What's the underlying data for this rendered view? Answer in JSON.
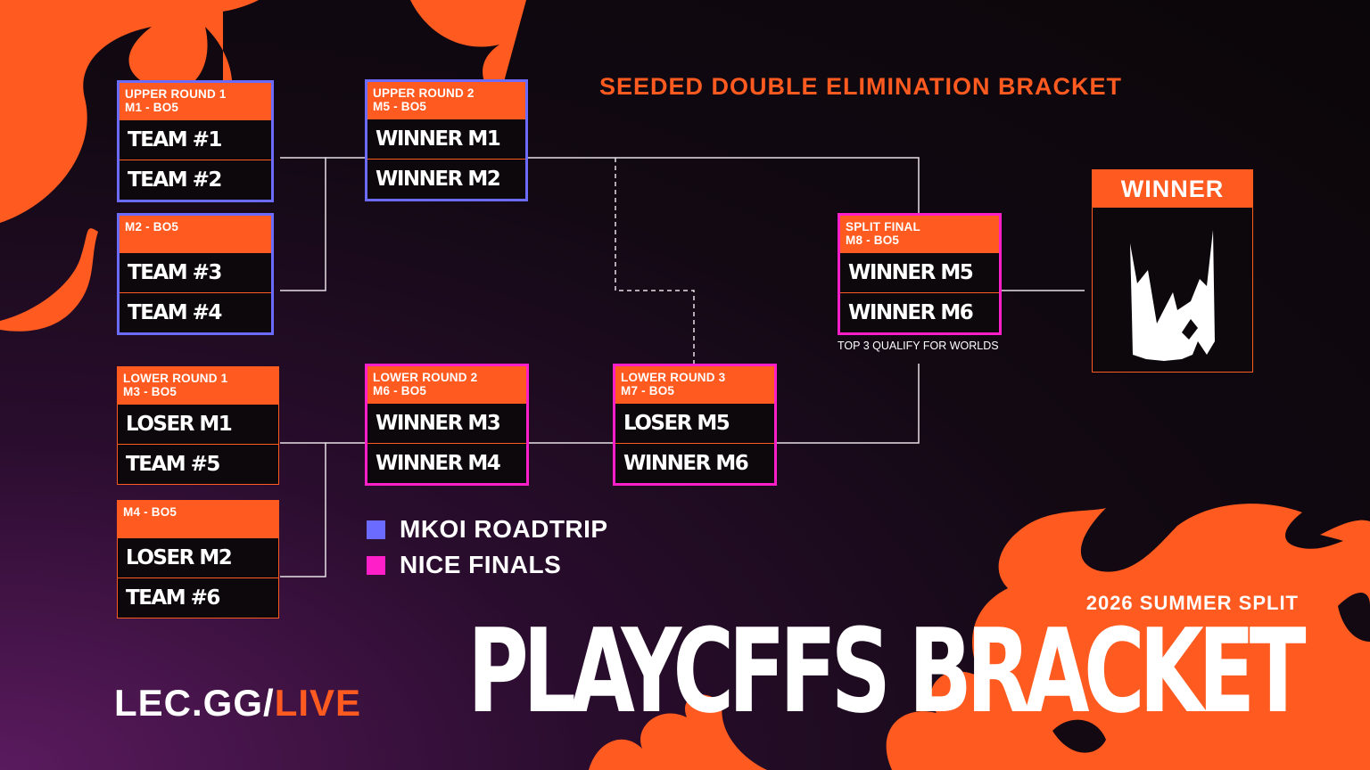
{
  "title": "SEEDED DOUBLE ELIMINATION BRACKET",
  "colors": {
    "accent": "#ff5a1f",
    "roadtrip": "#6b6cff",
    "finals": "#ff1fc8",
    "background": "#120913"
  },
  "matches": {
    "ur1m1": {
      "line1": "UPPER ROUND 1",
      "line2": "M1 - BO5",
      "teams": [
        "TEAM #1",
        "TEAM #2"
      ]
    },
    "ur1m2": {
      "line1": "",
      "line2": "M2 - BO5",
      "teams": [
        "TEAM #3",
        "TEAM #4"
      ]
    },
    "ur2": {
      "line1": "UPPER ROUND 2",
      "line2": "M5 - BO5",
      "teams": [
        "WINNER M1",
        "WINNER M2"
      ]
    },
    "lr1m3": {
      "line1": "LOWER ROUND 1",
      "line2": "M3 - BO5",
      "teams": [
        "LOSER M1",
        "TEAM #5"
      ]
    },
    "lr1m4": {
      "line1": "",
      "line2": "M4 - BO5",
      "teams": [
        "LOSER M2",
        "TEAM #6"
      ]
    },
    "lr2": {
      "line1": "LOWER ROUND 2",
      "line2": "M6 - BO5",
      "teams": [
        "WINNER M3",
        "WINNER M4"
      ]
    },
    "lr3": {
      "line1": "LOWER ROUND 3",
      "line2": "M7 - BO5",
      "teams": [
        "LOSER M5",
        "WINNER M6"
      ]
    },
    "final": {
      "line1": "SPLIT FINAL",
      "line2": "M8 - BO5",
      "teams": [
        "WINNER M5",
        "WINNER M6"
      ]
    }
  },
  "qualify_note": "TOP 3 QUALIFY FOR WORLDS",
  "winner_label": "WINNER",
  "winner_icon": "lec-crown-logo",
  "legend": [
    {
      "label": "MKOI ROADTRIP",
      "color": "#6b6cff"
    },
    {
      "label": "NICE FINALS",
      "color": "#ff1fc8"
    }
  ],
  "split_label": "2026 SUMMER SPLIT",
  "headline": "PLAYCFFS BRACKET",
  "site": {
    "main": "LEC.GG/",
    "accent": "LIVE"
  }
}
